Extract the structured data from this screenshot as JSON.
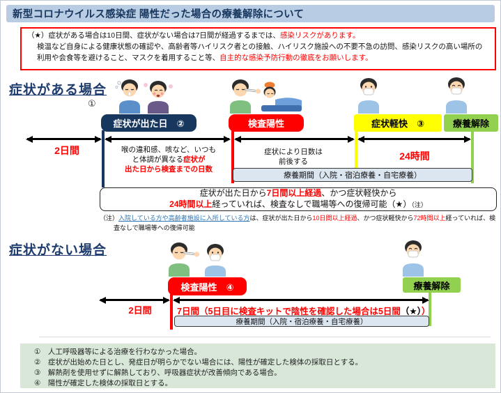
{
  "title": "新型コロナウイルス感染症 陽性だった場合の療養解除について",
  "warning": {
    "l1a": "（★）症状がある場合は10日間、症状がない場合は7日間が経過するまでは、",
    "l1b": "感染リスクがあります。",
    "l2a": "検温など自身による健康状態の確認や、高齢者等ハイリスク者との接触、ハイリスク施設への不要不急の訪問、感染リスクの高い場所の利用や会食等を避けること、マスクを着用すること等、",
    "l2b": "自主的な感染予防行動の徹底をお願いします。"
  },
  "sec1": {
    "heading": "症状がある場合",
    "num": "①",
    "onset": "症状が出た日　②",
    "positive": "検査陽性",
    "relief": "症状軽快　③",
    "release": "療養解除",
    "two_days": "2日間",
    "throat_l1": "喉の違和感、咳など、いつも",
    "throat_l2a": "と体調が異なる",
    "throat_l2b": "症状が",
    "throat_l3": "出た日から検査までの日数",
    "varies_l1": "症状により日数は",
    "varies_l2": "前後する",
    "h24": "24時間",
    "period": "療養期間（入院・宿泊療養・自宅療養）",
    "box_l1a": "症状が出た日から",
    "box_l1b": "7日間以上経過",
    "box_l1c": "、かつ症状軽快から",
    "box_l2a": "24時間以上",
    "box_l2b": "経っていれば、検査なしで職場等への復帰可能（★）",
    "box_l2c": "（注）",
    "fn_a": "（注）",
    "fn_b": "入院している方や高齢者施設に入所している方",
    "fn_c": "は、症状が出た日から",
    "fn_d": "10日間以上経過",
    "fn_e": "、かつ症状軽快から",
    "fn_f": "72時間以上",
    "fn_g": "経っていれば、検査なしで職場等への復帰可能"
  },
  "sec2": {
    "heading": "症状がない場合",
    "positive": "検査陽性　④",
    "release": "療養解除",
    "two_days": "2日間",
    "seven_a": "7日間（5日目に検査キットで陰性を確認した場合は5日間",
    "seven_b": "（★）",
    "seven_c": "）",
    "period": "療養期間（入院・宿泊療養・自宅療養）"
  },
  "notes": {
    "items": [
      "①　人工呼吸器等による治療を行わなかった場合。",
      "②　症状が出始めた日とし、発症日が明らかでない場合には、陽性が確定した検体の採取日とする。",
      "③　解熱剤を使用せずに解熱しており、呼吸器症状が改善傾向である場合。",
      "④　陽性が確定した検体の採取日とする。"
    ]
  },
  "colors": {
    "accent_navy": "#17375e",
    "red": "#ff0000",
    "yellow": "#ffff00",
    "green": "#92d050",
    "header_bg": "#b8cce4",
    "period_bg": "#dce6f1",
    "notes_bg": "#d8e7d8"
  }
}
